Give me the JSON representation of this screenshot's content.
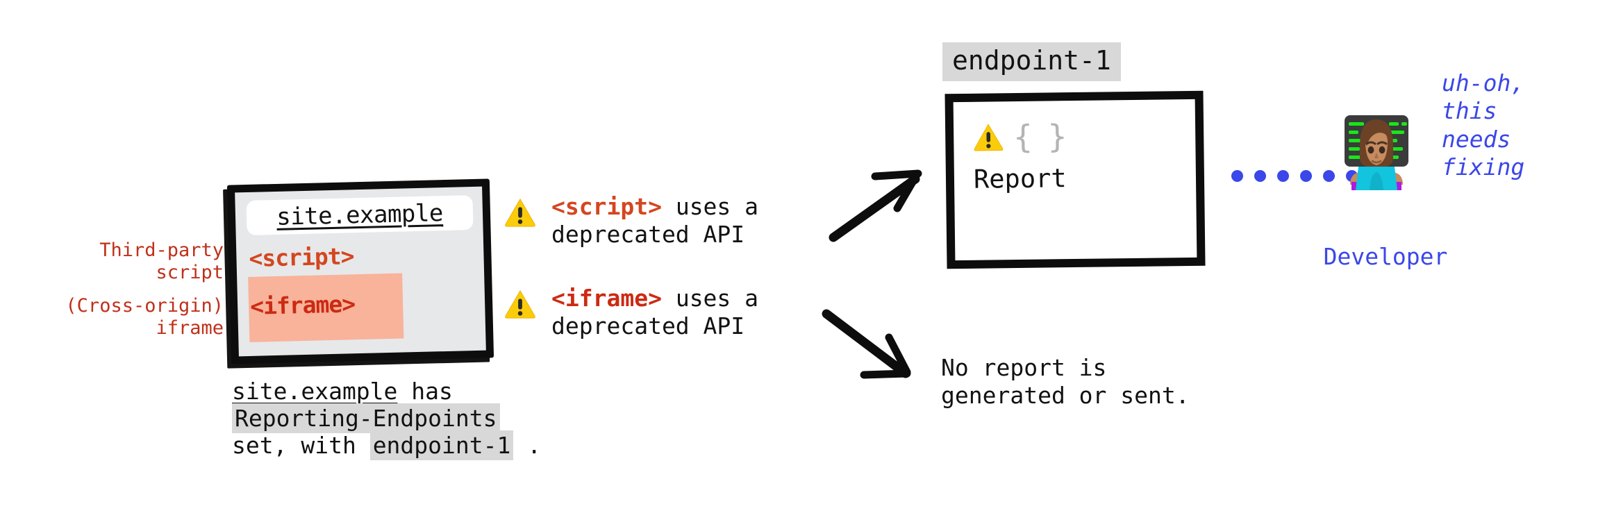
{
  "annotations": {
    "third_party_script": "Third-party\nscript",
    "cross_origin_iframe": "(Cross-origin)\niframe"
  },
  "browser": {
    "url": "site.example",
    "script_tag": "<script>",
    "iframe_tag": "<iframe>",
    "caption": {
      "site": "site.example",
      "has": " has",
      "header": "Reporting-Endpoints",
      "set_with": "set, with ",
      "endpoint": "endpoint-1",
      "period": " ."
    }
  },
  "warnings": [
    {
      "icon": "warning-triangle-icon",
      "tag": "<script>",
      "rest": " uses a",
      "line2": "deprecated API"
    },
    {
      "icon": "warning-triangle-icon",
      "tag": "<iframe>",
      "rest": " uses a",
      "line2": "deprecated API"
    }
  ],
  "report": {
    "endpoint_label": "endpoint-1",
    "braces": "{ }",
    "title": "Report"
  },
  "no_report": "No report is\ngenerated or sent.",
  "developer": {
    "avatar": "woman-technologist-emoji",
    "label": "Developer",
    "speech": "uh-oh,\nthis\nneeds\nfixing"
  },
  "colors": {
    "script_red": "#D4461F",
    "iframe_red": "#CC2A13",
    "annotation_red": "#C0301A",
    "developer_blue": "#3B47E8",
    "warning_yellow": "#FACC0B",
    "code_bg": "#D8D8D8",
    "iframe_highlight": "#F8B39A",
    "ink": "#0D0D0D"
  }
}
